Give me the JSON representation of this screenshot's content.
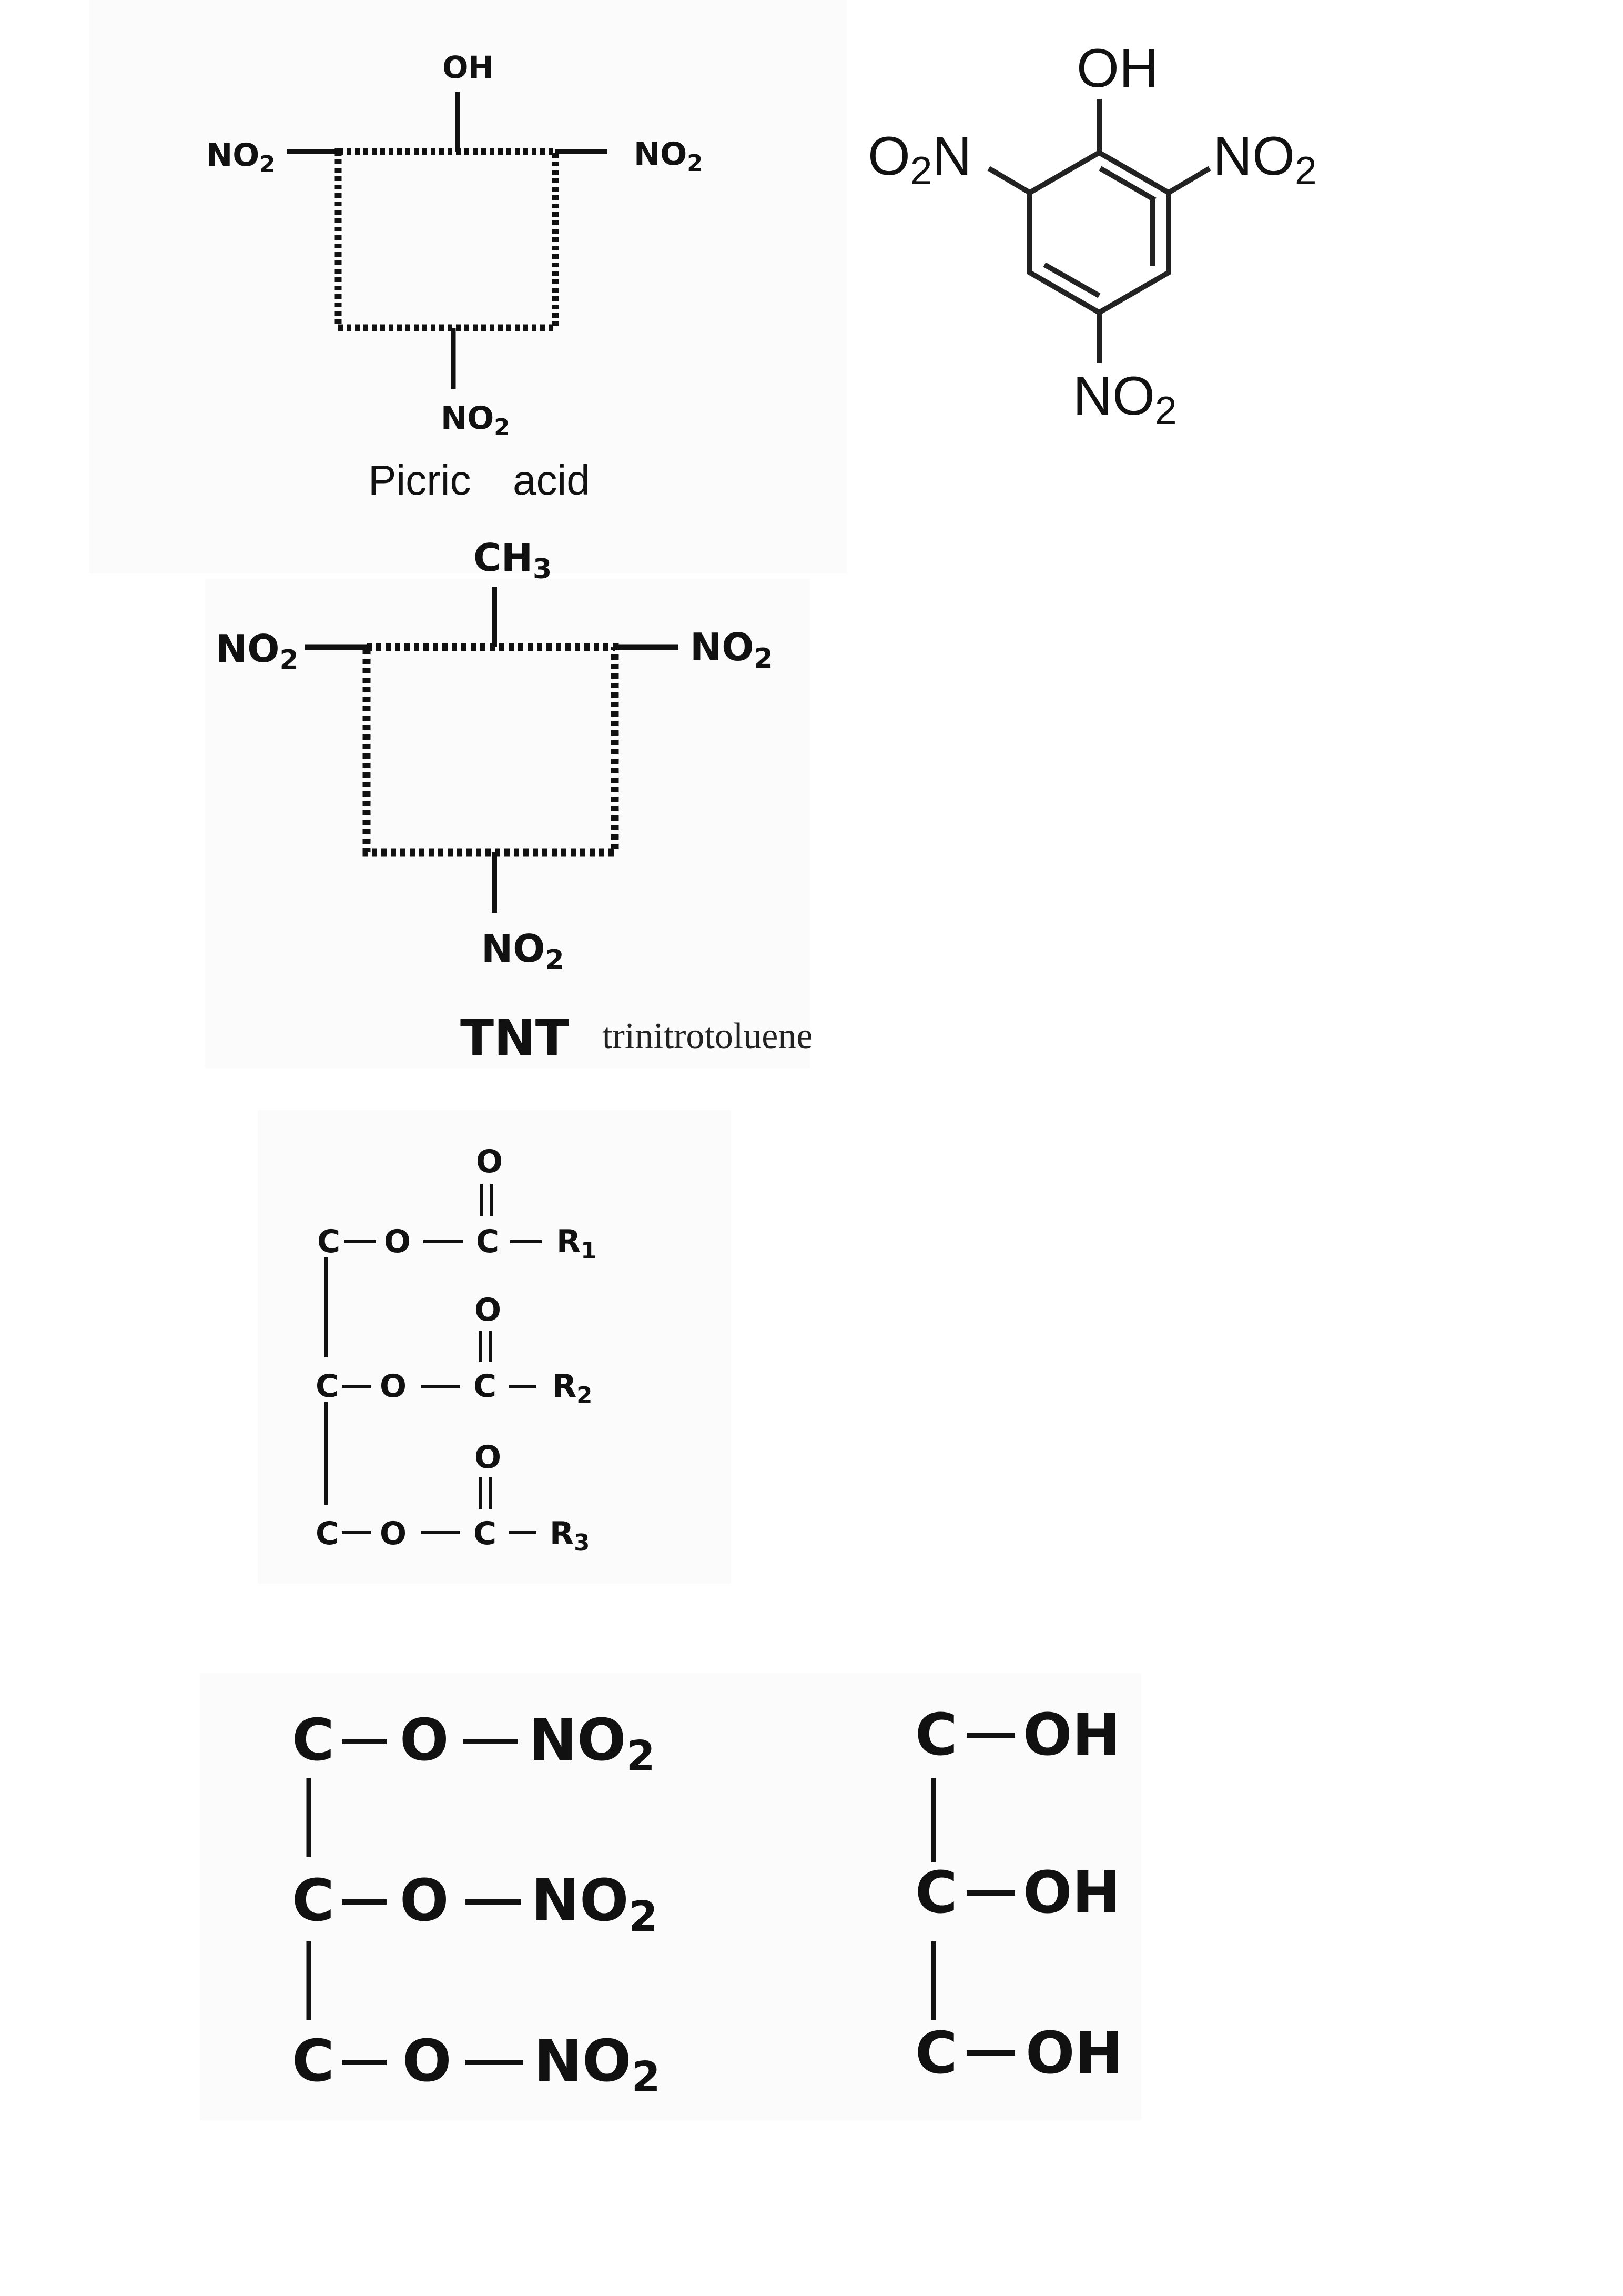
{
  "picric_schematic": {
    "top": "OH",
    "left": "NO",
    "left_sub": "2",
    "right": "NO",
    "right_sub": "2",
    "bottom": "NO",
    "bottom_sub": "2",
    "caption_1": "Picric",
    "caption_2": "acid"
  },
  "picric_structure": {
    "top": "OH",
    "left_a": "O",
    "left_sub": "2",
    "left_b": "N",
    "right": "NO",
    "right_sub": "2",
    "bottom": "NO",
    "bottom_sub": "2"
  },
  "tnt": {
    "top": "CH",
    "top_sub": "3",
    "left": "NO",
    "left_sub": "2",
    "right": "NO",
    "right_sub": "2",
    "bottom": "NO",
    "bottom_sub": "2",
    "abbr": "TNT",
    "name": "trinitrotoluene"
  },
  "triglyceride": {
    "carbon": "C",
    "oxygen": "O",
    "carbonyl_o": "O",
    "rows": [
      {
        "r": "R",
        "r_sub": "1"
      },
      {
        "r": "R",
        "r_sub": "2"
      },
      {
        "r": "R",
        "r_sub": "3"
      }
    ]
  },
  "nitroglycerin": {
    "carbon": "C",
    "oxygen": "O",
    "group": "NO",
    "group_sub": "2"
  },
  "glycerol": {
    "carbon": "C",
    "group": "OH"
  }
}
